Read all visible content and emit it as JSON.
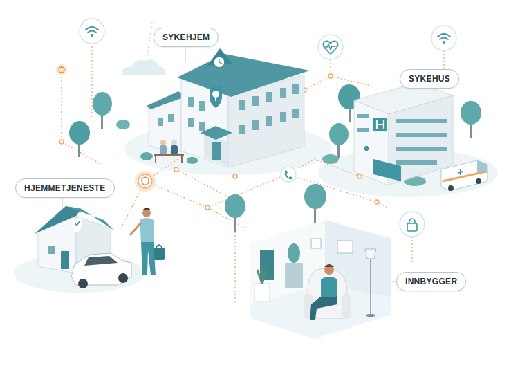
{
  "diagram": {
    "nodes": [
      {
        "text": [
          "SYKEHJEM"
        ]
      },
      {
        "text": [
          "SYKEHUS"
        ]
      },
      {
        "text": [
          "HJEMMETJENESTE"
        ]
      },
      {
        "text": [
          "INNBYGGER"
        ]
      }
    ]
  }
}
